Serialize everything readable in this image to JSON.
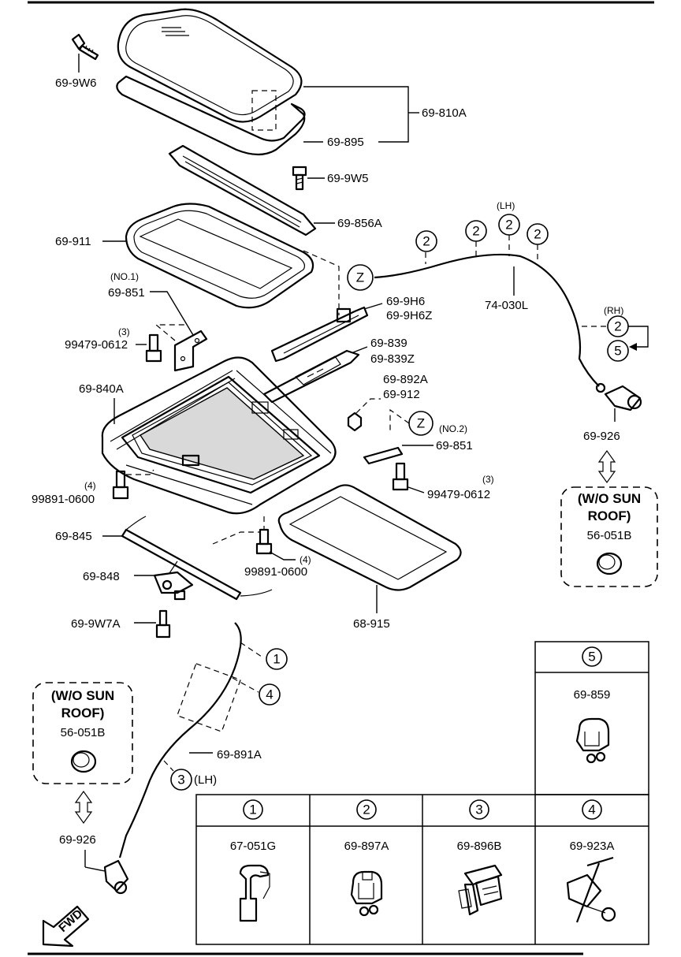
{
  "parts": {
    "bolt_9w6": "69-9W6",
    "glass_810a": "69-810A",
    "seal_895": "69-895",
    "bolt_9w5": "69-9W5",
    "deflector_856a": "69-856A",
    "frame_911": "69-911",
    "bracket1_no": "(NO.1)",
    "bracket1": "69-851",
    "bolt_99479_qty_a": "(3)",
    "bolt_99479_a": "99479-0612",
    "rail_9h6": "69-9H6",
    "rail_9h6z": "69-9H6Z",
    "rail_839": "69-839",
    "rail_839z": "69-839Z",
    "nut_892a": "69-892A",
    "nut_912": "69-912",
    "housing_840a": "69-840A",
    "bracket2_no": "(NO.2)",
    "bracket2": "69-851",
    "bolt_99479_qty_b": "(3)",
    "bolt_99479_b": "99479-0612",
    "bolt_99891_qty_a": "(4)",
    "bolt_99891_a": "99891-0600",
    "tube_845": "69-845",
    "bolt_99891_qty_b": "(4)",
    "bolt_99891_b": "99891-0600",
    "motor_848": "69-848",
    "bolt_9w7a": "69-9W7A",
    "shade_915": "68-915",
    "drain_891a": "69-891A",
    "drain_3_lh": "(LH)",
    "hose_030l": "74-030L",
    "lh_marker": "(LH)",
    "rh_marker": "(RH)",
    "grommet_926_right": "69-926",
    "grommet_926_left": "69-926",
    "z_ref": "Z"
  },
  "callouts": {
    "c1": "1",
    "c2": "2",
    "c3": "3",
    "c4": "4",
    "c5": "5"
  },
  "wo_sunroof_right": {
    "line1": "(W/O SUN",
    "line2": "ROOF)",
    "part": "56-051B"
  },
  "wo_sunroof_left": {
    "line1": "(W/O SUN",
    "line2": "ROOF)",
    "part": "56-051B"
  },
  "clip_table": {
    "top": {
      "num": "5",
      "part": "69-859"
    },
    "cols": [
      {
        "num": "1",
        "part": "67-051G"
      },
      {
        "num": "2",
        "part": "69-897A"
      },
      {
        "num": "3",
        "part": "69-896B"
      },
      {
        "num": "4",
        "part": "69-923A"
      }
    ]
  },
  "fwd_label": "FWD"
}
